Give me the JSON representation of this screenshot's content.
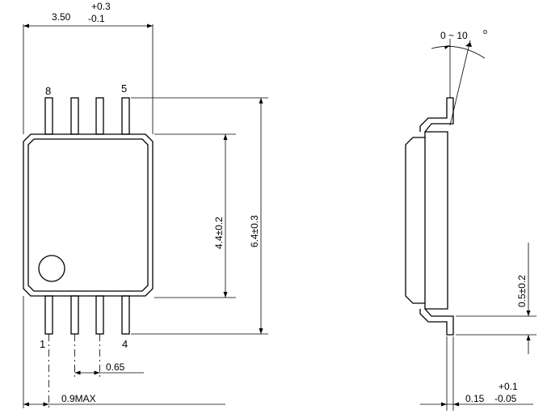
{
  "top_view": {
    "pin_labels": {
      "pin8": "8",
      "pin5": "5",
      "pin1": "1",
      "pin4": "4"
    },
    "dim_width": {
      "value": "3.50",
      "tol_plus": "+0.3",
      "tol_minus": "-0.1"
    },
    "dim_body_length": "4.4±0.2",
    "dim_total_length": "6.4±0.3",
    "dim_pitch": "0.65",
    "dim_lead_offset": "0.9MAX"
  },
  "side_view": {
    "angle": {
      "text": "0 ~ 10",
      "unit": "o"
    },
    "dim_standoff": "0.5±0.2",
    "dim_thickness": {
      "value": "0.15",
      "tol_plus": "+0.1",
      "tol_minus": "-0.05"
    }
  }
}
